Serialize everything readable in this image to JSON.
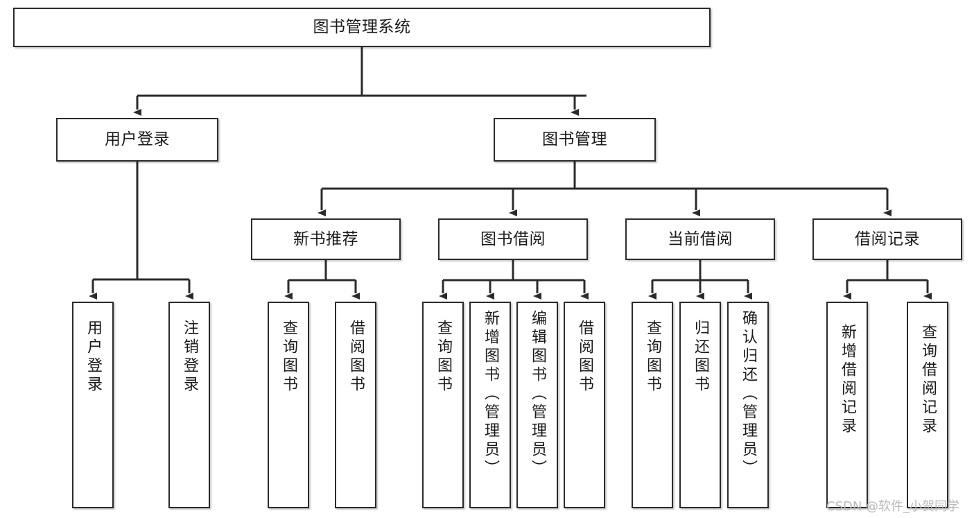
{
  "diagram": {
    "title": "图书管理系统",
    "watermark": "CSDN @软件_小贺同学",
    "line_color": "#2b2b2b",
    "box_border_color": "#2b2b2b",
    "box_fill_color": "#ffffff",
    "text_color": "#1a1a1a",
    "nodes": {
      "root": {
        "label": "图书管理系统"
      },
      "level2": [
        {
          "id": "user-login",
          "label": "用户登录"
        },
        {
          "id": "book-management",
          "label": "图书管理"
        }
      ],
      "level3": [
        {
          "id": "new-book-recommend",
          "label": "新书推荐"
        },
        {
          "id": "book-borrow",
          "label": "图书借阅"
        },
        {
          "id": "current-borrow",
          "label": "当前借阅"
        },
        {
          "id": "borrow-record",
          "label": "借阅记录"
        }
      ],
      "leaves": {
        "user-login": [
          {
            "id": "leaf-user-login",
            "label": "用户登录"
          },
          {
            "id": "leaf-logout-login",
            "label": "注销登录"
          }
        ],
        "new-book-recommend": [
          {
            "id": "leaf-query-book-1",
            "label": "查询图书"
          },
          {
            "id": "leaf-borrow-book-1",
            "label": "借阅图书"
          }
        ],
        "book-borrow": [
          {
            "id": "leaf-query-book-2",
            "label": "查询图书"
          },
          {
            "id": "leaf-add-book",
            "label": "新增图书（管理员）"
          },
          {
            "id": "leaf-edit-book",
            "label": "编辑图书（管理员）"
          },
          {
            "id": "leaf-borrow-book-2",
            "label": "借阅图书"
          }
        ],
        "current-borrow": [
          {
            "id": "leaf-query-book-3",
            "label": "查询图书"
          },
          {
            "id": "leaf-return-book",
            "label": "归还图书"
          },
          {
            "id": "leaf-confirm-return",
            "label": "确认归还（管理员）"
          }
        ],
        "borrow-record": [
          {
            "id": "leaf-add-record",
            "label": "新增借阅记录"
          },
          {
            "id": "leaf-query-record",
            "label": "查询借阅记录"
          }
        ]
      }
    }
  }
}
